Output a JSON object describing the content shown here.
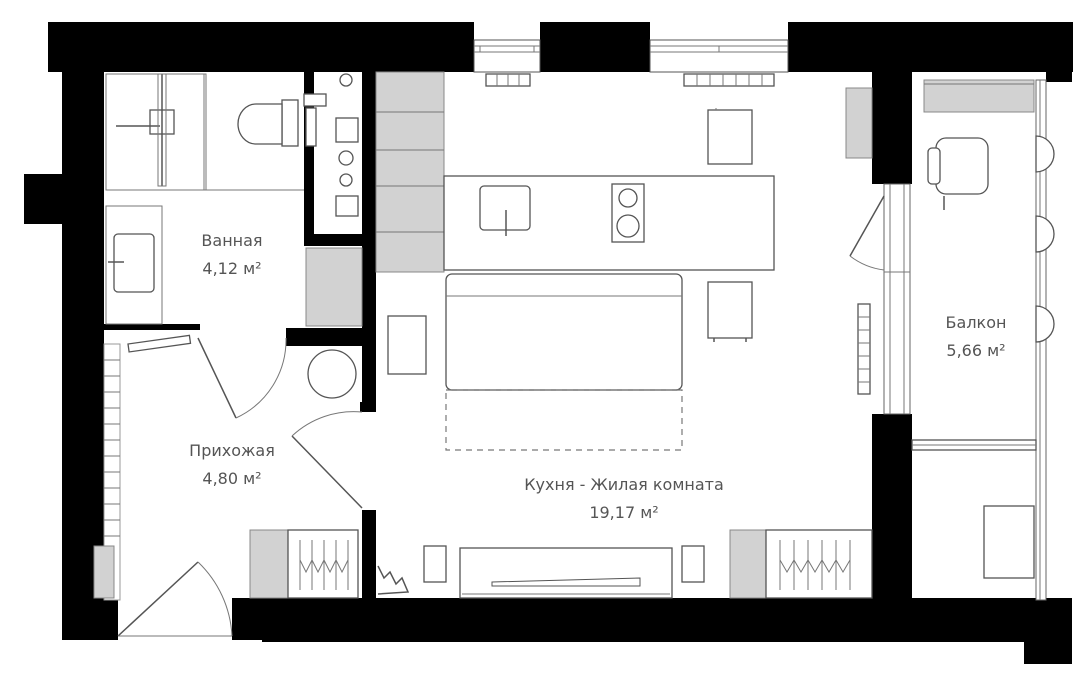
{
  "rooms": {
    "bathroom": {
      "name": "Ванная",
      "area": "4,12 м²"
    },
    "hallway": {
      "name": "Прихожая",
      "area": "4,80 м²"
    },
    "kitchen_living": {
      "name": "Кухня - Жилая комната",
      "area": "19,17 м²"
    },
    "balcony": {
      "name": "Балкон",
      "area": "5,66 м²"
    }
  },
  "colors": {
    "wall": "#000000",
    "floor": "#ffffff",
    "fixture_fill": "#d2d2d2",
    "label": "#555555"
  }
}
